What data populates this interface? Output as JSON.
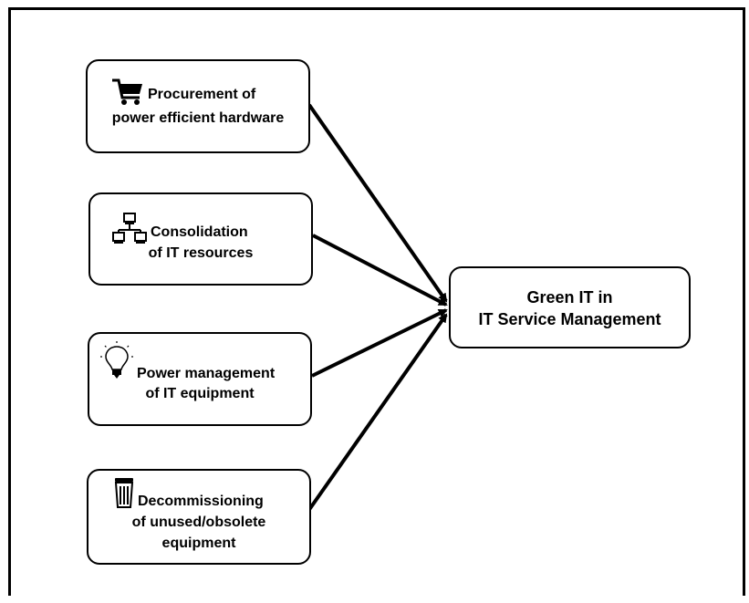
{
  "diagram": {
    "target": {
      "lines": [
        "Green IT in",
        "IT Service Management"
      ]
    },
    "sources": [
      {
        "icon": "shopping-cart-icon",
        "lines": [
          "Procurement of",
          "power efficient hardware"
        ]
      },
      {
        "icon": "network-icon",
        "lines": [
          "Consolidation",
          "of IT resources"
        ]
      },
      {
        "icon": "light-bulb-icon",
        "lines": [
          "Power management",
          "of IT equipment"
        ]
      },
      {
        "icon": "trash-can-icon",
        "lines": [
          "Decommissioning",
          "of unused/obsolete",
          "equipment"
        ]
      }
    ],
    "colors": {
      "stroke": "#000000",
      "background": "#ffffff"
    }
  }
}
